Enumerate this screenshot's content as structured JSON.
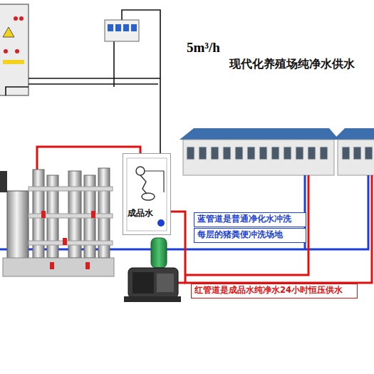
{
  "diagram": {
    "title": "现代化养殖场纯净水供水",
    "nodes": [
      {
        "text": [
          "成品水"
        ]
      },
      {
        "text": [
          "蓝管道是普通净化水冲洗"
        ]
      },
      {
        "text": [
          "每层的猪粪便冲洗场地"
        ]
      },
      {
        "text": [
          "红管道是成品水纯净水24小时恒压供水"
        ]
      }
    ],
    "labels": [
      "5m³/h"
    ]
  }
}
